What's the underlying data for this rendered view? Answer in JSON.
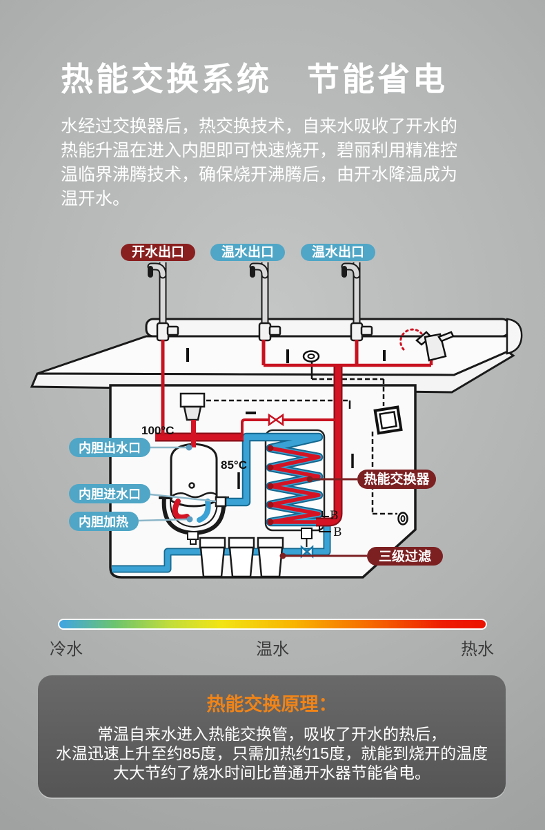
{
  "title": "热能交换系统　节能省电",
  "intro": {
    "lines": [
      "水经过交换器后，热交换技术，自来水吸收了开水的",
      "热能升温在进入内胆即可快速烧开，碧丽利用精准控",
      "温临界沸腾技术，确保烧开沸腾后，由开水降温成为",
      "温开水。"
    ]
  },
  "diagram": {
    "outlets": [
      {
        "text": "开水出口",
        "color": "#8a1f1f"
      },
      {
        "text": "温水出口",
        "color": "#4fa6c6"
      },
      {
        "text": "温水出口",
        "color": "#4fa6c6"
      }
    ],
    "temp_boiling": "100°C",
    "temp_warm": "85°C",
    "tank_labels": [
      "内胆出水口",
      "内胆进水口",
      "内胆加热"
    ],
    "exchanger_label": "热能交换器",
    "filter_label": "三级过滤",
    "b_upper": "B",
    "b_lower": "B"
  },
  "scale": {
    "cold": "冷水",
    "warm": "温水",
    "hot": "热水"
  },
  "principle": {
    "title": "热能交换原理：",
    "lines": [
      "常温自来水进入热能交换管，吸收了开水的热后，",
      "水温迅速上升至约85度，只需加热约15度，就能到烧开的温度",
      "大大节约了烧水时间比普通开水器节能省电。"
    ]
  }
}
